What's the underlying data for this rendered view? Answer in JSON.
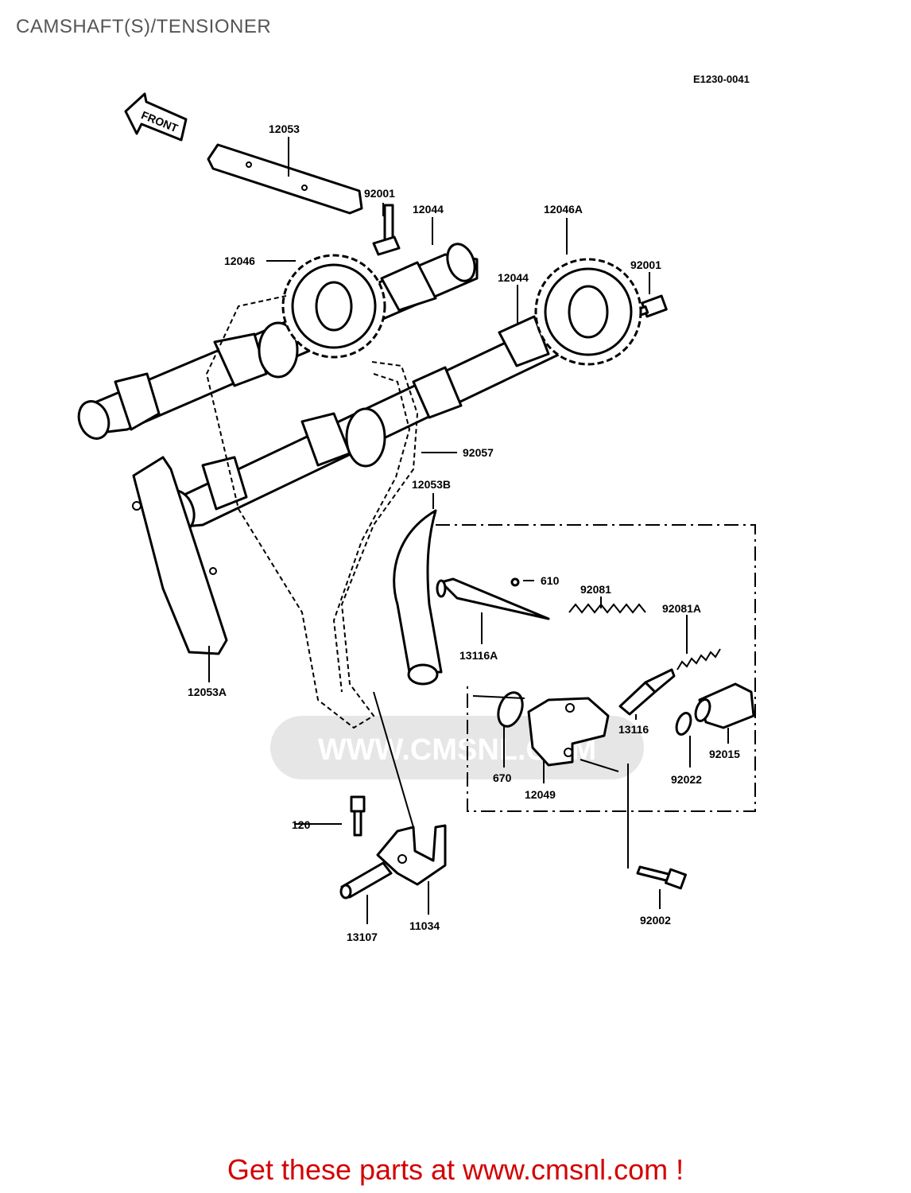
{
  "page": {
    "title": "CAMSHAFT(S)/TENSIONER",
    "diagram_code": "E1230-0041",
    "front_label": "FRONT",
    "watermark": "WWW.CMSNL.COM",
    "cta": "Get these parts at www.cmsnl.com !"
  },
  "parts": {
    "p12053": "12053",
    "p92001_a": "92001",
    "p12044_a": "12044",
    "p12046A": "12046A",
    "p12046": "12046",
    "p12044_b": "12044",
    "p92001_b": "92001",
    "p92057": "92057",
    "p12053B": "12053B",
    "p610": "610",
    "p92081": "92081",
    "p92081A": "92081A",
    "p13116A": "13116A",
    "p12053A": "12053A",
    "p13116": "13116",
    "p92015": "92015",
    "p670": "670",
    "p12049": "12049",
    "p92022": "92022",
    "p120": "120",
    "p92002": "92002",
    "p13107": "13107",
    "p11034": "11034"
  }
}
